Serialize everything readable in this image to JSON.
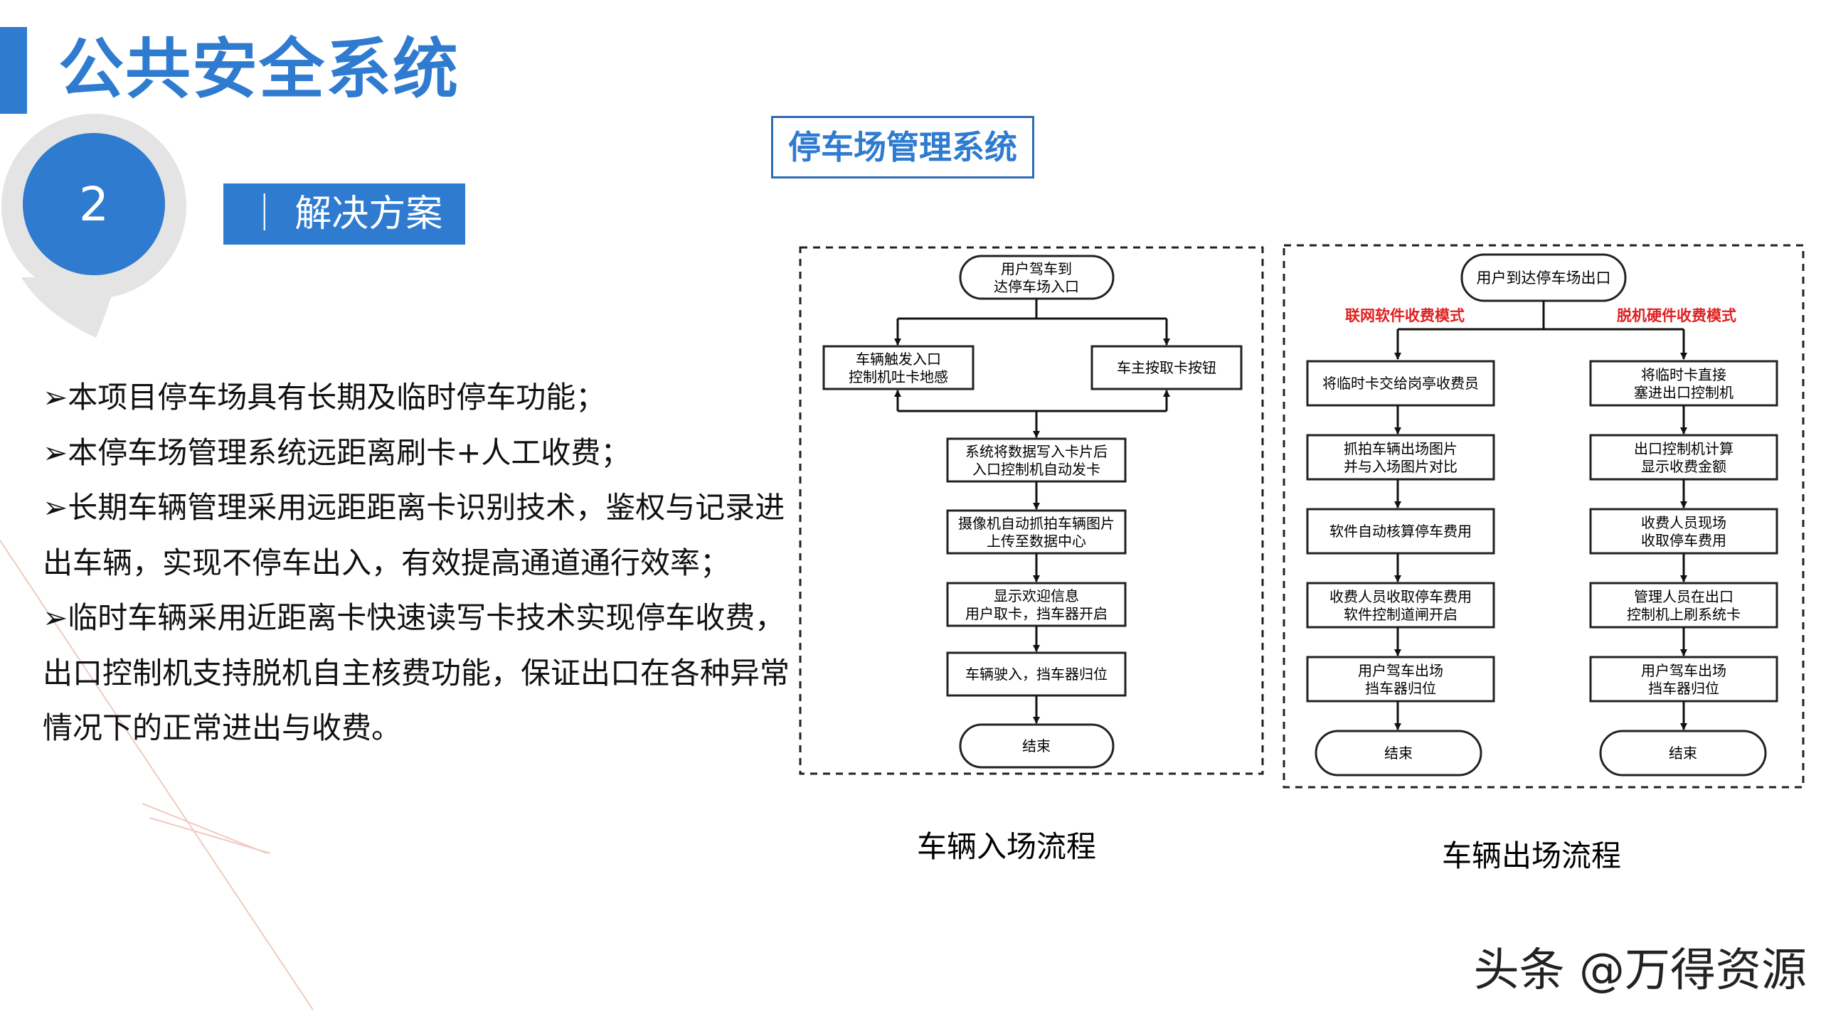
{
  "page_title": "公共安全系统",
  "section": {
    "number": "2",
    "label": "｜ 解决方案 ｜"
  },
  "system_title": "停车场管理系统",
  "bullets": [
    "➢本项目停车场具有长期及临时停车功能；",
    "➢本停车场管理系统远距离刷卡+人工收费；",
    "➢长期车辆管理采用远距距离卡识别技术，鉴权与记录进",
    "出车辆，实现不停车出入，有效提高通道通行效率；",
    "➢临时车辆采用近距离卡快速读写卡技术实现停车收费，",
    "出口控制机支持脱机自主核费功能，保证出口在各种异常",
    "情况下的正常进出与收费。"
  ],
  "entry_flow": {
    "caption": "车辆入场流程",
    "start": [
      "用户驾车到",
      "达停车场入口"
    ],
    "left_box": [
      "车辆触发入口",
      "控制机吐卡地感"
    ],
    "right_box": [
      "车主按取卡按钮"
    ],
    "steps": [
      [
        "系统将数据写入卡片后",
        "入口控制机自动发卡"
      ],
      [
        "摄像机自动抓拍车辆图片",
        "上传至数据中心"
      ],
      [
        "显示欢迎信息",
        "用户取卡，挡车器开启"
      ],
      [
        "车辆驶入，挡车器归位"
      ]
    ],
    "end": "结束"
  },
  "exit_flow": {
    "caption": "车辆出场流程",
    "start": "用户到达停车场出口",
    "left_mode": "联网软件收费模式",
    "right_mode": "脱机硬件收费模式",
    "mode_color": "#e02020",
    "left_steps": [
      [
        "将临时卡交给岗亭收费员"
      ],
      [
        "抓拍车辆出场图片",
        "并与入场图片对比"
      ],
      [
        "软件自动核算停车费用"
      ],
      [
        "收费人员收取停车费用",
        "软件控制道闸开启"
      ],
      [
        "用户驾车出场",
        "挡车器归位"
      ]
    ],
    "right_steps": [
      [
        "将临时卡直接",
        "塞进出口控制机"
      ],
      [
        "出口控制机计算",
        "显示收费金额"
      ],
      [
        "收费人员现场",
        "收取停车费用"
      ],
      [
        "管理人员在出口",
        "控制机上刷系统卡"
      ],
      [
        "用户驾车出场",
        "挡车器归位"
      ]
    ],
    "end": "结束"
  },
  "watermark": "头条 @万得资源",
  "colors": {
    "accent": "#2e7bd0",
    "badge_ring": "#e4e4e4"
  }
}
